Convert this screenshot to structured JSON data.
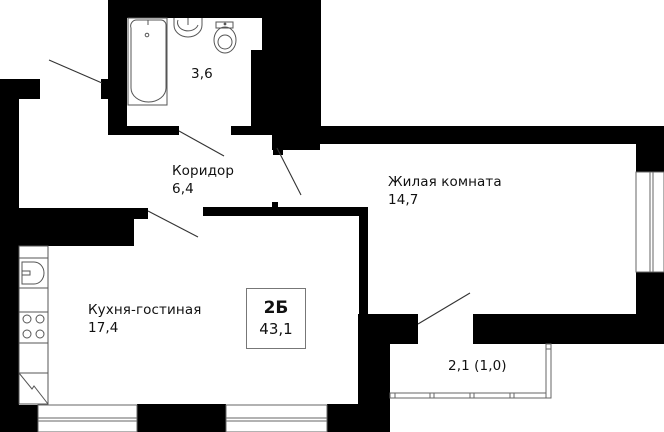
{
  "plan": {
    "apartment_type": "2Б",
    "total_area": "43,1",
    "colors": {
      "wall": "#000000",
      "fixture_line": "#555555",
      "background": "#ffffff",
      "badge_border": "#777777"
    },
    "rooms": [
      {
        "id": "bathroom",
        "name": "",
        "area": "3,6"
      },
      {
        "id": "corridor",
        "name": "Коридор",
        "area": "6,4"
      },
      {
        "id": "living-room",
        "name": "Жилая комната",
        "area": "14,7"
      },
      {
        "id": "kitchen-living",
        "name": "Кухня-гостиная",
        "area": "17,4"
      },
      {
        "id": "balcony",
        "name": "",
        "area": "2,1 (1,0)"
      }
    ],
    "fixtures": [
      "bathtub",
      "sink",
      "toilet",
      "kitchen-sink",
      "stove",
      "gas-boiler"
    ]
  }
}
